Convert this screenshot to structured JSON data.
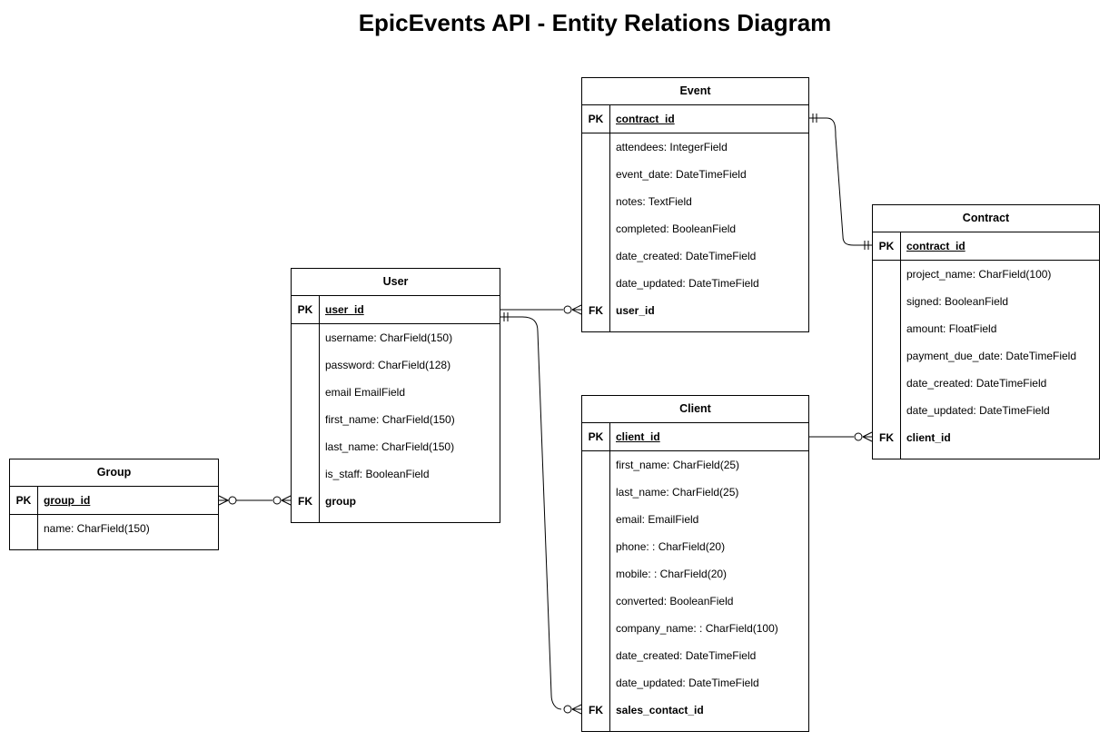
{
  "title": "EpicEvents API - Entity Relations Diagram",
  "entities": {
    "event": {
      "name": "Event",
      "pk": {
        "key": "PK",
        "name": "contract_id"
      },
      "fields": [
        "attendees: IntegerField",
        "event_date: DateTimeField",
        "notes: TextField",
        "completed: BooleanField",
        "date_created: DateTimeField",
        "date_updated: DateTimeField"
      ],
      "fk": {
        "key": "FK",
        "name": "user_id"
      }
    },
    "contract": {
      "name": "Contract",
      "pk": {
        "key": "PK",
        "name": "contract_id"
      },
      "fields": [
        "project_name: CharField(100)",
        "signed: BooleanField",
        "amount: FloatField",
        "payment_due_date: DateTimeField",
        "date_created: DateTimeField",
        "date_updated: DateTimeField"
      ],
      "fk": {
        "key": "FK",
        "name": "client_id"
      }
    },
    "user": {
      "name": "User",
      "pk": {
        "key": "PK",
        "name": "user_id"
      },
      "fields": [
        "username: CharField(150)",
        "password: CharField(128)",
        "email  EmailField",
        "first_name: CharField(150)",
        "last_name: CharField(150)",
        "is_staff: BooleanField"
      ],
      "fk": {
        "key": "FK",
        "name": "group"
      }
    },
    "client": {
      "name": "Client",
      "pk": {
        "key": "PK",
        "name": "client_id"
      },
      "fields": [
        "first_name: CharField(25)",
        "last_name: CharField(25)",
        "email: EmailField",
        "phone: : CharField(20)",
        "mobile: : CharField(20)",
        "converted: BooleanField",
        "company_name: : CharField(100)",
        "date_created: DateTimeField",
        "date_updated: DateTimeField"
      ],
      "fk": {
        "key": "FK",
        "name": "sales_contact_id"
      }
    },
    "group": {
      "name": "Group",
      "pk": {
        "key": "PK",
        "name": "group_id"
      },
      "fields": [
        "name: CharField(150)"
      ]
    }
  }
}
